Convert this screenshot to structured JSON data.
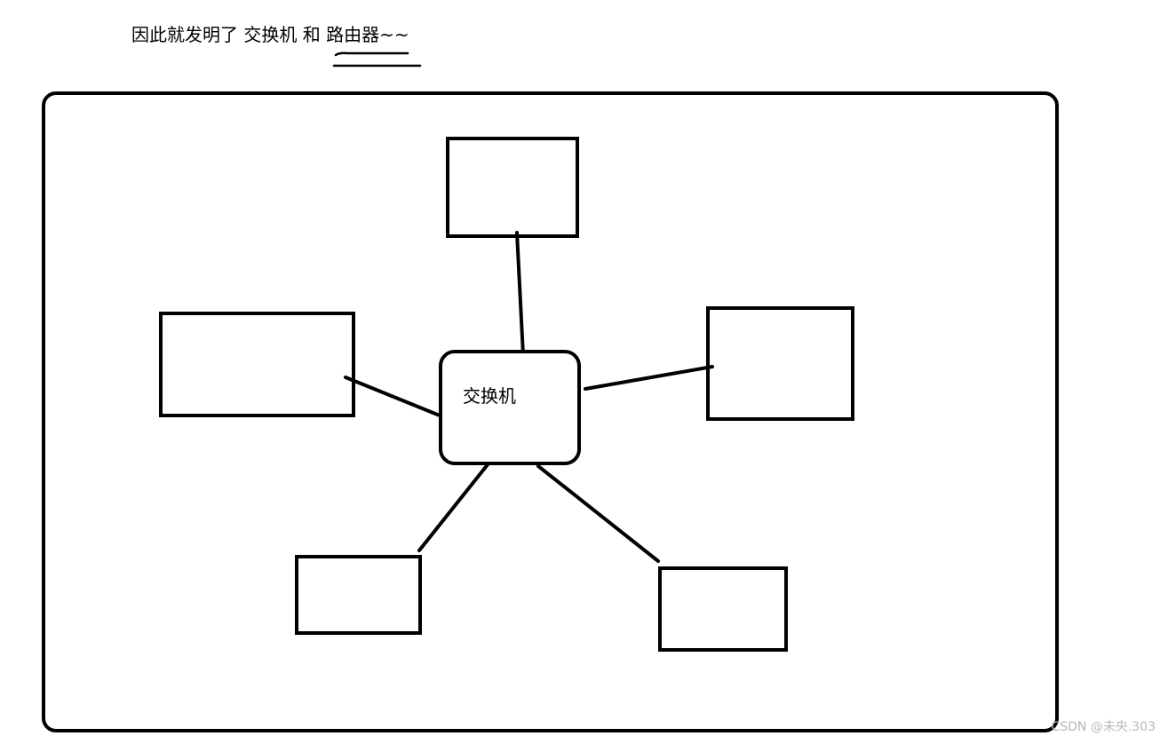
{
  "heading": {
    "text": "因此就发明了 交换机 和 路由器~~"
  },
  "diagram": {
    "hub_label": "交换机"
  },
  "watermark": {
    "text": "CSDN @未央.303"
  }
}
